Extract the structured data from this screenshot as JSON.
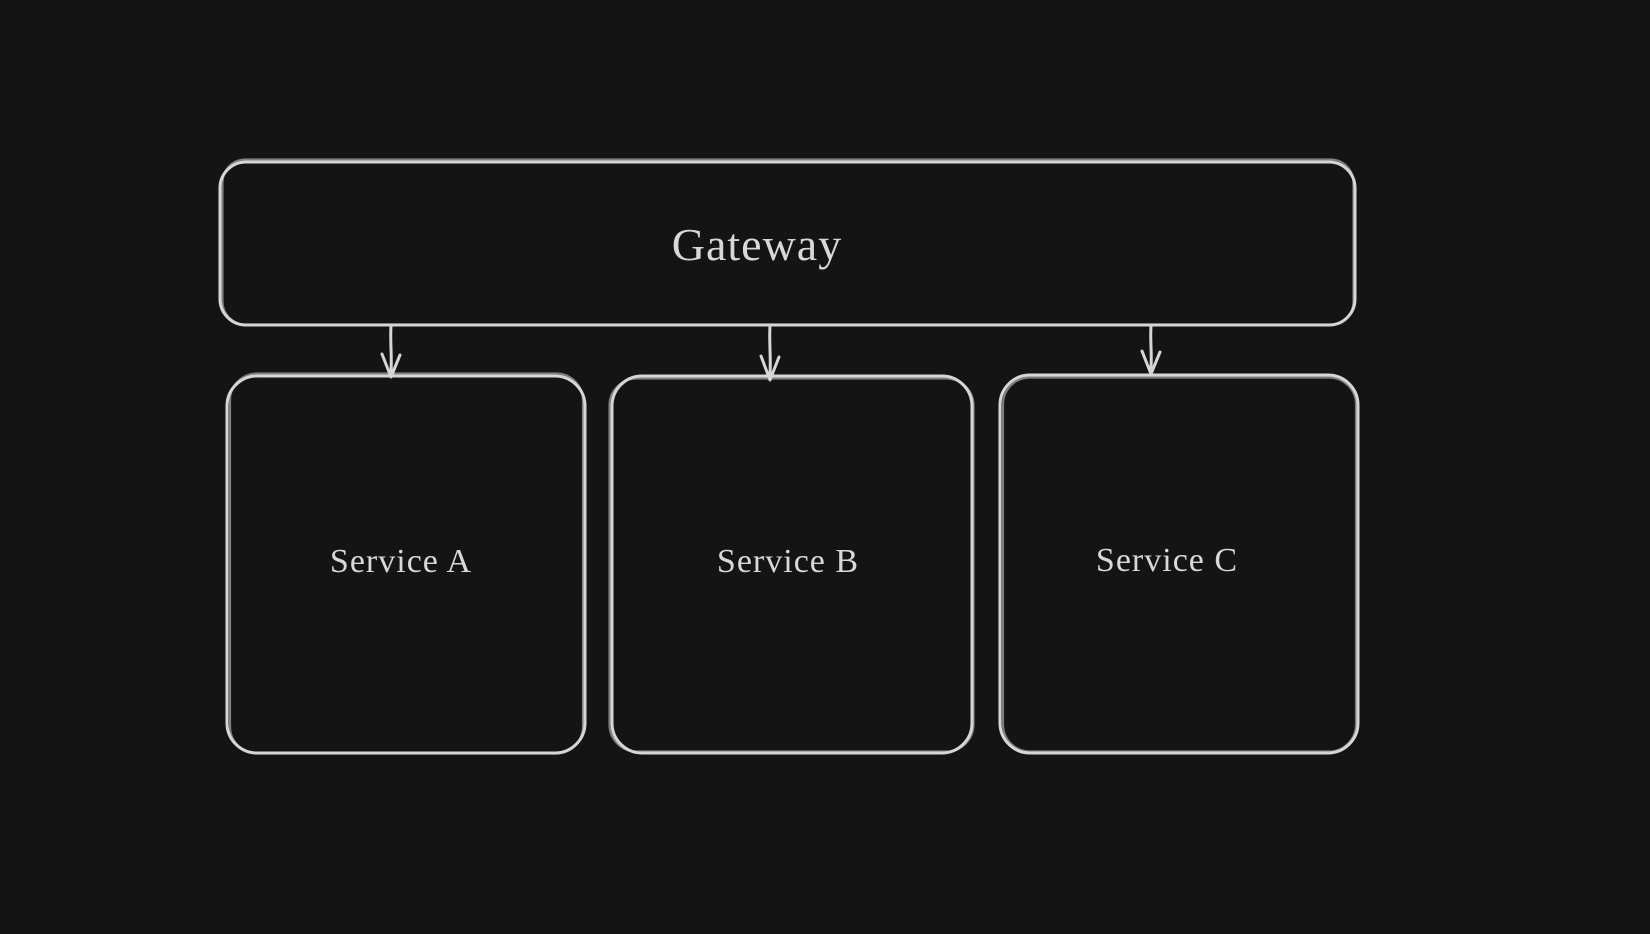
{
  "theme": {
    "canvas_background": "#141414",
    "stroke_color": "#d6d6d6",
    "text_color": "#d8d8d8"
  },
  "diagram": {
    "type": "flowchart",
    "style": "hand-drawn-sketch-dark",
    "nodes": [
      {
        "id": "gateway",
        "label": "Gateway",
        "shape": "rounded-rectangle",
        "role": "root"
      },
      {
        "id": "service-a",
        "label": "Service A",
        "shape": "rounded-rectangle",
        "role": "child"
      },
      {
        "id": "service-b",
        "label": "Service B",
        "shape": "rounded-rectangle",
        "role": "child"
      },
      {
        "id": "service-c",
        "label": "Service C",
        "shape": "rounded-rectangle",
        "role": "child"
      }
    ],
    "edges": [
      {
        "from": "gateway",
        "to": "service-a",
        "type": "arrow",
        "direction": "down"
      },
      {
        "from": "gateway",
        "to": "service-b",
        "type": "arrow",
        "direction": "down"
      },
      {
        "from": "gateway",
        "to": "service-c",
        "type": "arrow",
        "direction": "down"
      }
    ]
  }
}
